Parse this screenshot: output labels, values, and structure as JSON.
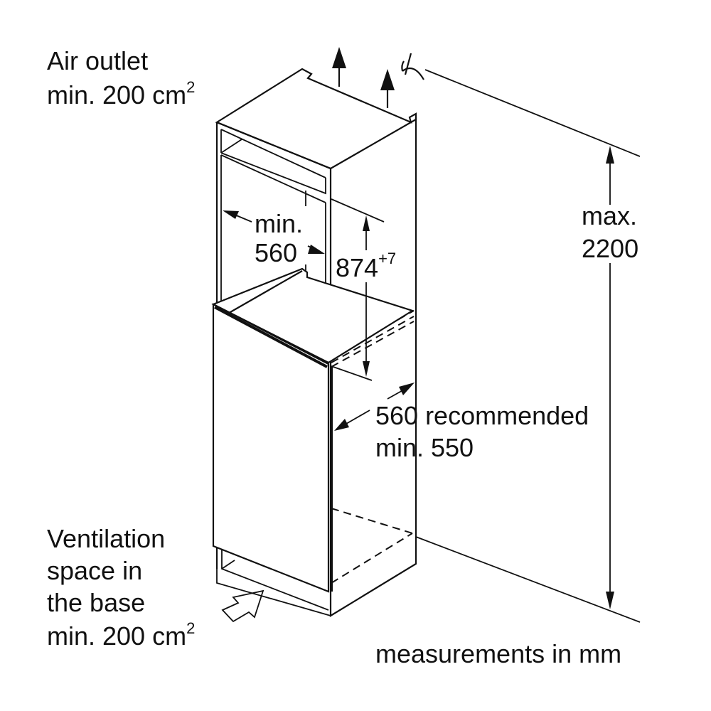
{
  "labels": {
    "air_outlet_line1": "Air outlet",
    "air_outlet_line2": "min. 200 cm",
    "air_outlet_sup": "2",
    "max_line1": "max.",
    "max_line2": "2200",
    "niche_width_line1": "min.",
    "niche_width_line2": "560",
    "niche_height": "874",
    "niche_height_tol": "+7",
    "depth_line1": "560 recommended",
    "depth_line2": "min. 550",
    "vent_line1": "Ventilation",
    "vent_line2": "space in",
    "vent_line3": "the base",
    "vent_line4": "min. 200 cm",
    "vent_sup": "2",
    "units_note": "measurements in mm"
  }
}
